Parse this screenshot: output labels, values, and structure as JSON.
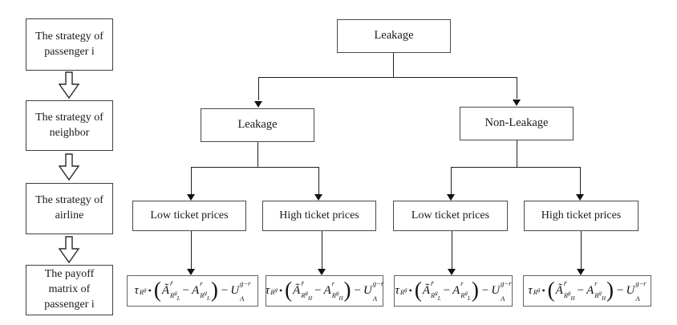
{
  "figure": {
    "left_flow": {
      "steps": [
        "The strategy of passenger i",
        "The strategy of neighbor",
        "The strategy of airline",
        "The payoff matrix of passenger i"
      ]
    },
    "tree": {
      "root_label": "Leakage",
      "branch_left_label": "Leakage",
      "branch_right_label": "Non-Leakage",
      "leaves": [
        "Low ticket prices",
        "High ticket prices",
        "Low ticket prices",
        "High ticket prices"
      ],
      "payoffs": [
        {
          "tau": "τ",
          "tau_sub": "R",
          "tau_sub_exp": "g",
          "dot": "•",
          "lparen": "(",
          "a_tilde": "Ã",
          "a_tilde_sup": "r̃",
          "a": "A",
          "a_sup": "r",
          "term_sub": "R",
          "term_sub_exp": "g",
          "term_sub_sub": "L",
          "minus": "−",
          "rparen": ")",
          "u": "U",
          "u_sup": "g−r",
          "u_sub": "A"
        },
        {
          "tau": "τ",
          "tau_sub": "R",
          "tau_sub_exp": "g",
          "dot": "•",
          "lparen": "(",
          "a_tilde": "Ã",
          "a_tilde_sup": "r̃",
          "a": "A",
          "a_sup": "r",
          "term_sub": "R",
          "term_sub_exp": "g",
          "term_sub_sub": "H",
          "minus": "−",
          "rparen": ")",
          "u": "U",
          "u_sup": "g−r",
          "u_sub": "A"
        },
        {
          "tau": "τ",
          "tau_sub": "R",
          "tau_sub_exp": "g",
          "dot": "•",
          "lparen": "(",
          "a_tilde": "Ã",
          "a_tilde_sup": "r̃",
          "a": "A",
          "a_sup": "r",
          "term_sub": "R",
          "term_sub_exp": "g",
          "term_sub_sub": "L",
          "minus": "−",
          "rparen": ")",
          "u": "U",
          "u_sup": "g−r",
          "u_sub": "A"
        },
        {
          "tau": "τ",
          "tau_sub": "R",
          "tau_sub_exp": "g",
          "dot": "•",
          "lparen": "(",
          "a_tilde": "Ã",
          "a_tilde_sup": "r̃",
          "a": "A",
          "a_sup": "r",
          "term_sub": "R",
          "term_sub_exp": "g",
          "term_sub_sub": "H",
          "minus": "−",
          "rparen": ")",
          "u": "U",
          "u_sup": "g−r",
          "u_sub": "A"
        }
      ]
    },
    "colors": {
      "box_border": "#3f3f3f",
      "formula_border": "#636363",
      "line": "#1e1e1e",
      "text": "#1a1a1a",
      "background": "#ffffff"
    }
  }
}
